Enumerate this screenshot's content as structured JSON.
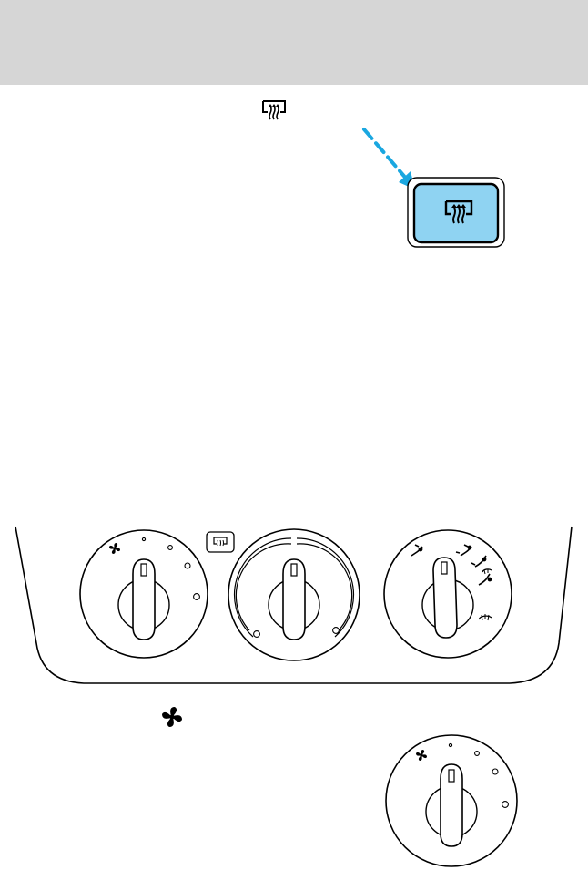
{
  "header": {
    "background_color": "#d6d6d6"
  },
  "rear_defrost_section": {
    "inline_icon": "rear-defrost-icon",
    "button_icon": "rear-defrost-icon",
    "button_color": "#8fd3f2",
    "arrow_color": "#1aa7e0"
  },
  "control_panel": {
    "knobs": [
      {
        "name": "fan-speed-knob",
        "indicator_icon": "fan-icon",
        "dot_count": 4
      },
      {
        "name": "temperature-knob",
        "indicator_icon": "",
        "dot_count": 2
      },
      {
        "name": "mode-knob",
        "indicator_icons": [
          "panel-vent-icon",
          "panel-floor-icon",
          "floor-icon",
          "floor-defrost-icon",
          "defrost-icon"
        ]
      }
    ],
    "button_icon": "rear-defrost-icon"
  },
  "fan_speed_section": {
    "inline_icon": "fan-icon",
    "knob_detail_icon": "fan-icon",
    "dot_count": 4
  }
}
